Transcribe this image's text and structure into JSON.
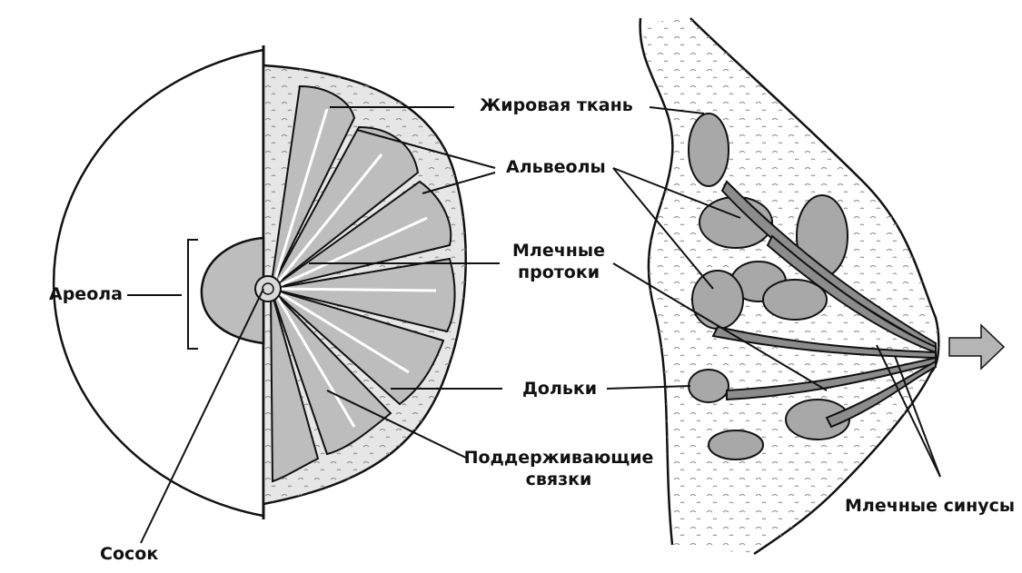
{
  "labels": {
    "fat_tissue": "Жировая ткань",
    "alveoli": "Альвеолы",
    "milk_ducts_line1": "Млечные",
    "milk_ducts_line2": "протоки",
    "areola": "Ареола",
    "lobules": "Дольки",
    "ligaments_line1": "Поддерживающие",
    "ligaments_line2": "связки",
    "nipple": "Сосок",
    "milk_sinuses": "Млечные синусы"
  },
  "colors": {
    "ink": "#111111",
    "tissue_fill": "#c9c9c9",
    "gland_fill": "#a8a8a8",
    "flow_arrow": "#b5b5b5"
  }
}
